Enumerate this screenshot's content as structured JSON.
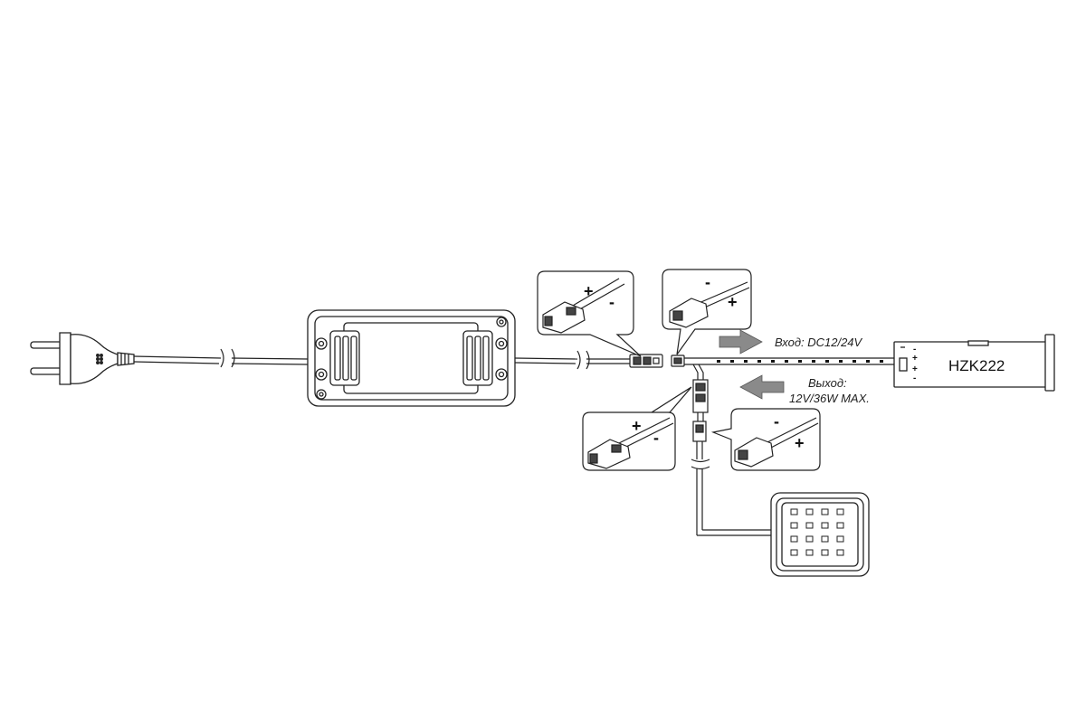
{
  "labels": {
    "input": "Вход: DC12/24V",
    "output_line1": "Выход:",
    "output_line2": "12V/36W MAX.",
    "model": "HZK222"
  },
  "signs": {
    "plus": "+",
    "minus": "-"
  },
  "colors": {
    "line": "#222222",
    "arrow_fill": "#8a8a8a",
    "background": "#ffffff"
  },
  "components": {
    "panel_led_grid": {
      "rows": 4,
      "cols": 4
    }
  }
}
